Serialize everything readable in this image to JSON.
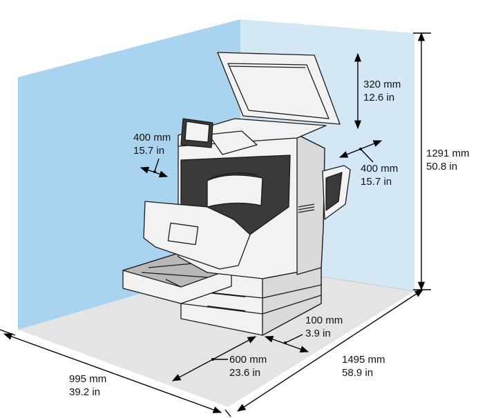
{
  "colors": {
    "left_wall": "#a9d3ee",
    "back_wall": "#d3e7f5",
    "floor": "#e4e4e4",
    "floor_edge": "#c9c9c9",
    "printer_body": "#f2f2f2",
    "printer_outline": "#1a1a1a",
    "printer_shade": "#b8b8b8",
    "dimension_line": "#000000"
  },
  "dimensions": {
    "top_clearance": {
      "mm": "320 mm",
      "in": "12.6 in"
    },
    "left_clearance": {
      "mm": "400 mm",
      "in": "15.7 in"
    },
    "right_clearance": {
      "mm": "400 mm",
      "in": "15.7 in"
    },
    "total_height": {
      "mm": "1291 mm",
      "in": "50.8 in"
    },
    "rear_clearance": {
      "mm": "100 mm",
      "in": "3.9 in"
    },
    "front_clearance": {
      "mm": "600 mm",
      "in": "23.6 in"
    },
    "room_width": {
      "mm": "995 mm",
      "in": "39.2 in"
    },
    "room_depth": {
      "mm": "1495 mm",
      "in": "58.9 in"
    }
  }
}
